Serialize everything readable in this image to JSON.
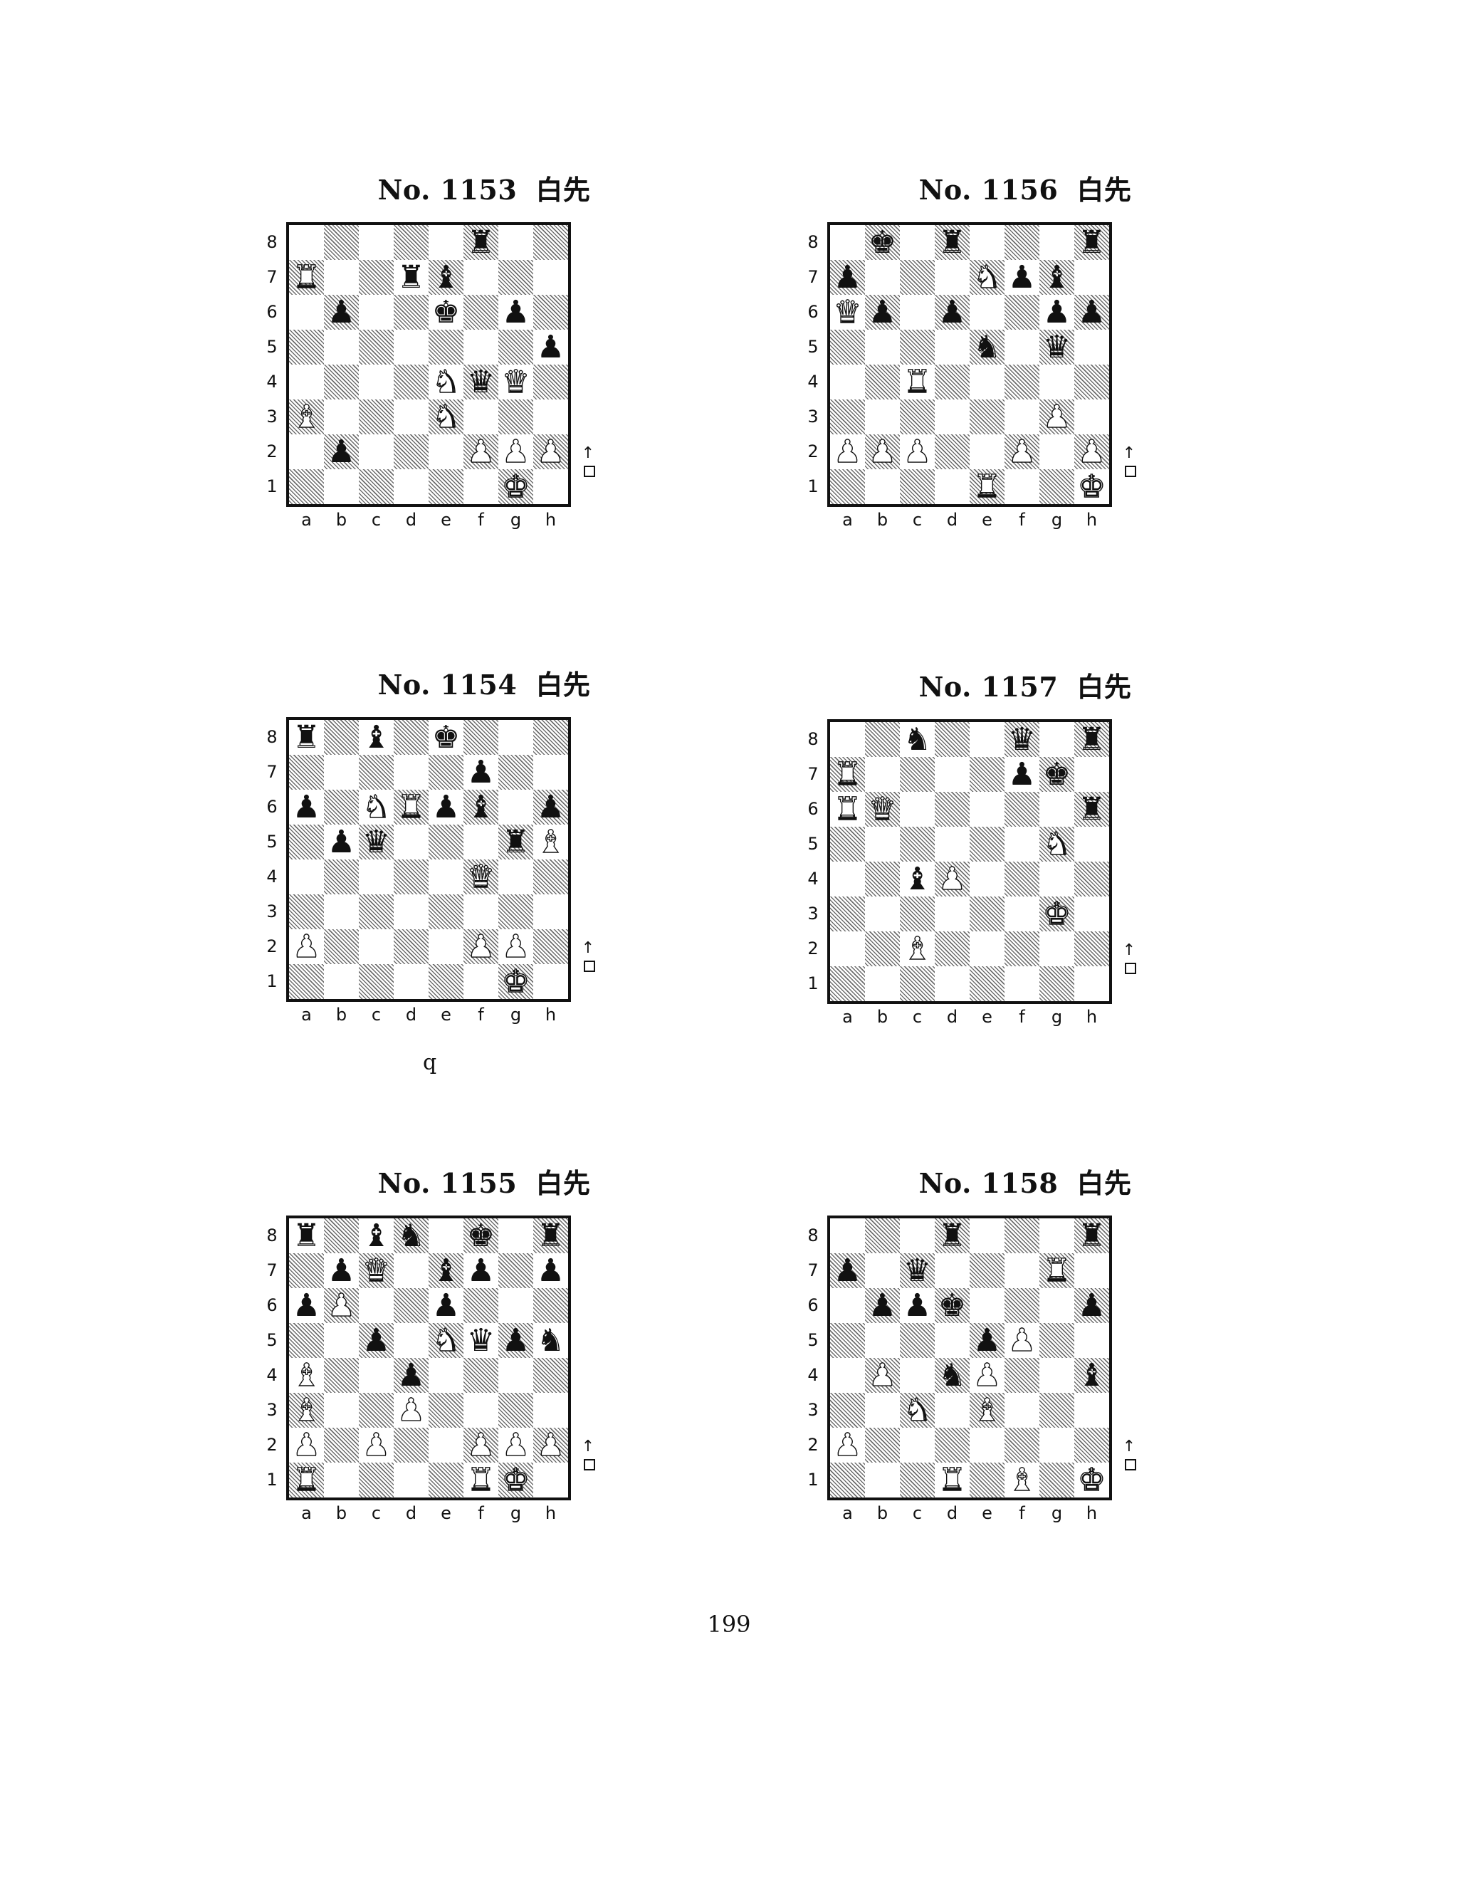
{
  "puzzles": [
    {
      "number": "No. 1153",
      "side_to_move": "白先",
      "position": "5r2/R2rb3/1p2k1p1/7p/4NqQ1/B3N3/1p3PPP/6K1"
    },
    {
      "number": "No. 1156",
      "side_to_move": "白先",
      "position": "1k1r3r/p3Npb1/Qp1p2pp/4n1q1/2R5/6P1/PPP2P1P/4R2K"
    },
    {
      "number": "No. 1154",
      "side_to_move": "白先",
      "position": "r1b1k3/5p2/p1NRpb1p/1pq3rB/5Q2/8/P4PP1/6K1"
    },
    {
      "number": "No. 1157",
      "side_to_move": "白先",
      "position": "2n2q1r/R4pk1/RQ5r/6N1/2bP4/6K1/2B5/8"
    },
    {
      "number": "No. 1155",
      "side_to_move": "白先",
      "position": "r1bn1k1r/1pQ1bp1p/pP2p3/2p1Nqpn/B2p4/B2P4/P1P2PPP/R4RK1"
    },
    {
      "number": "No. 1158",
      "side_to_move": "白先",
      "position": "3r3r/p1q3R1/1ppk3p/4pP2/1P1nP2b/2N1B3/P7/3R1B1K"
    }
  ],
  "stray_mark": "q",
  "page_number": "199",
  "file_labels": [
    "a",
    "b",
    "c",
    "d",
    "e",
    "f",
    "g",
    "h"
  ],
  "rank_labels": [
    "8",
    "7",
    "6",
    "5",
    "4",
    "3",
    "2",
    "1"
  ],
  "turn_arrow": "↑",
  "colors": {
    "ink": "#111111",
    "paper": "#ffffff"
  }
}
